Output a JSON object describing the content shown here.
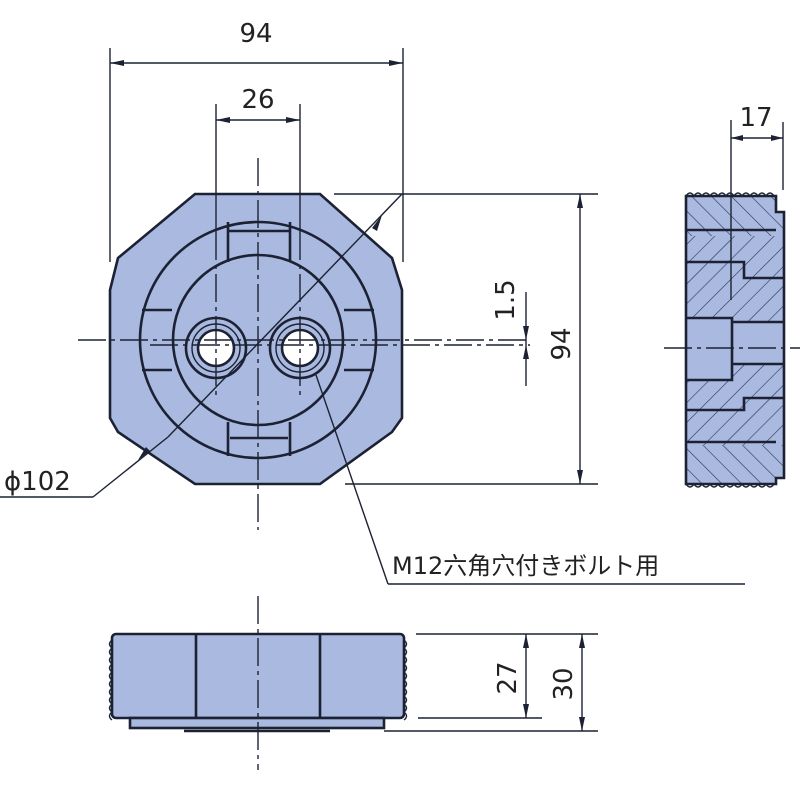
{
  "drawing": {
    "title": "Round threaded block with two M12 counterbored holes — three-view drawing",
    "views": [
      "front-view",
      "side-section-view",
      "bottom-view"
    ],
    "colors": {
      "part_fill": "#a9b9e0",
      "line": "#1c2233",
      "background": "#ffffff"
    }
  },
  "dimensions": {
    "overall_width": "94",
    "hole_spacing": "26",
    "overall_height": "94",
    "center_offset": "1.5",
    "diameter": "ϕ102",
    "side_step_depth": "17",
    "height_inner": "27",
    "height_total": "30"
  },
  "notes": {
    "hole_callout": "M12六角穴付きボルト用"
  }
}
